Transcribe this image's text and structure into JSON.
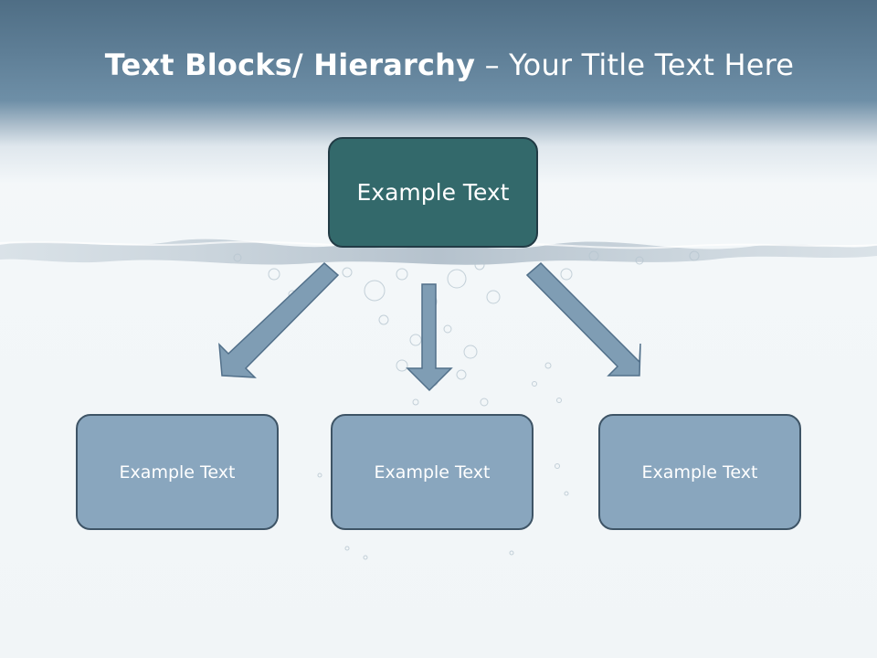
{
  "title": {
    "bold": "Text Blocks/ Hierarchy",
    "rest": " – Your Title Text Here"
  },
  "hierarchy": {
    "top": "Example Text",
    "children": [
      "Example Text",
      "Example Text",
      "Example Text"
    ]
  },
  "colors": {
    "header": "#5f7f97",
    "top_box": "#33696b",
    "top_box_border": "#223b45",
    "child_box": "#89a6be",
    "child_box_border": "#3e5466",
    "arrow_fill": "#7f9db4",
    "arrow_stroke": "#52708a"
  }
}
